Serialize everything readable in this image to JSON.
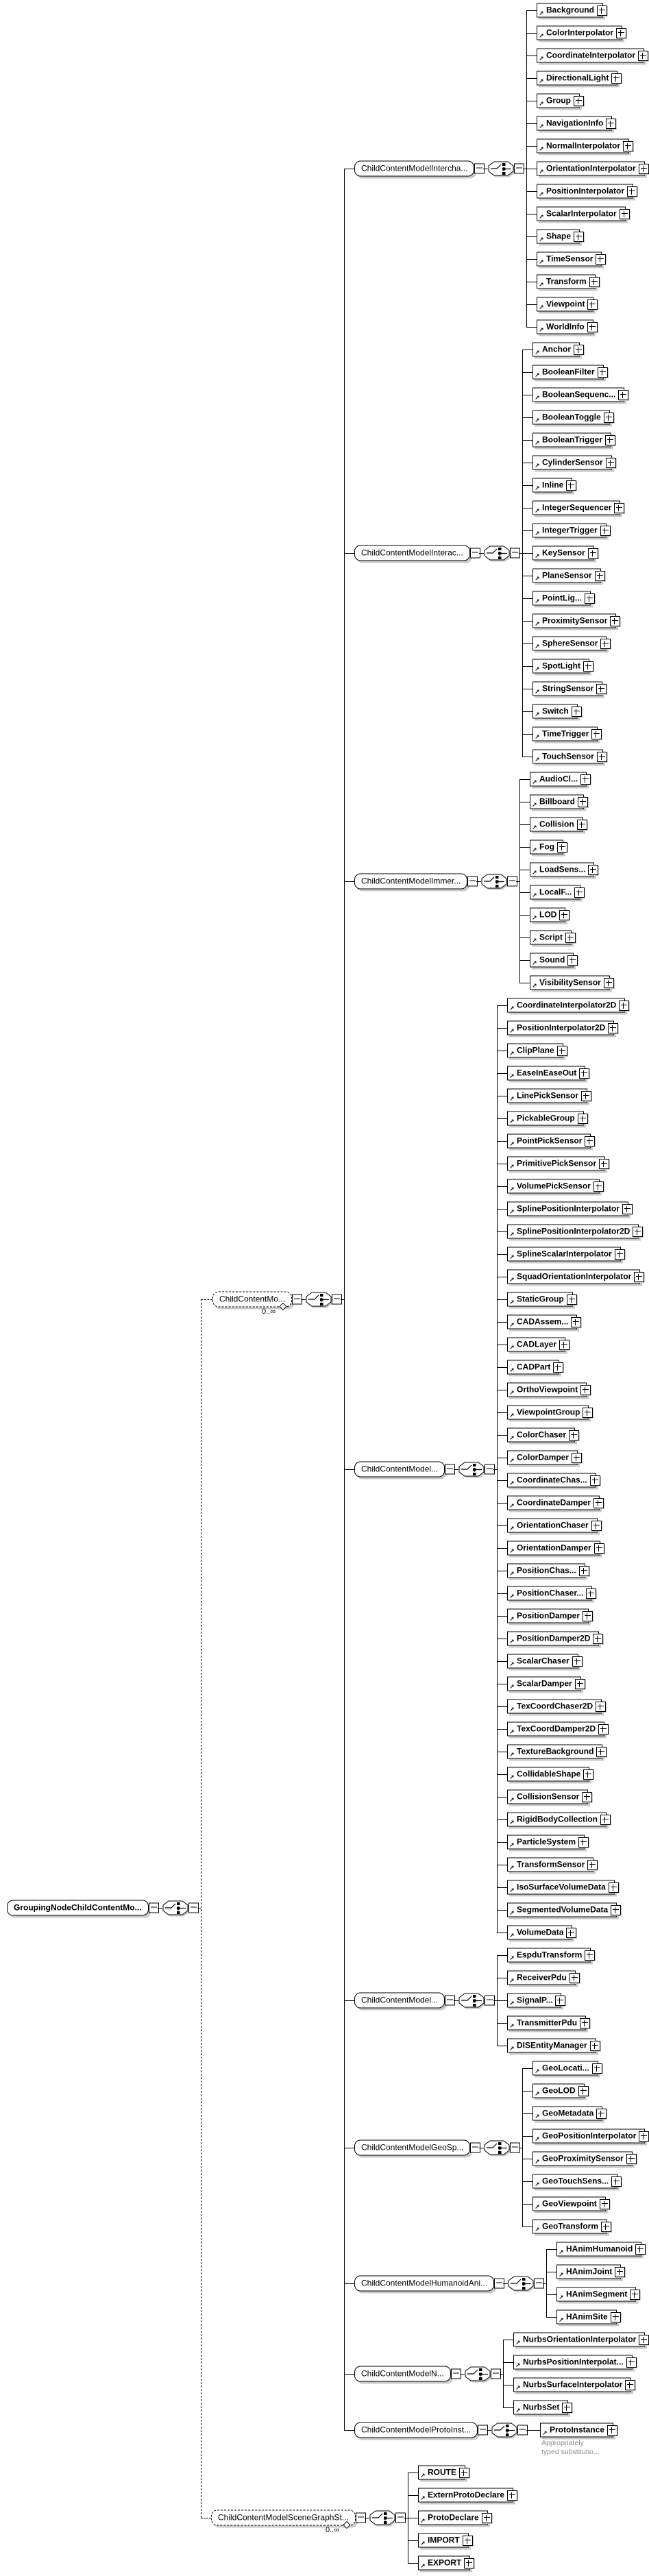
{
  "colors": {
    "line": "#000000",
    "shadow": "#c9c9c9",
    "note_gray": "#8c8c8c",
    "background": "#ffffff"
  },
  "icons": {
    "collapse": "collapse-minus",
    "expand": "expand-plus",
    "reference": "reference-arrow",
    "compositor": "choice-switch",
    "repeat_marker": "repeat-diamond"
  },
  "diagram": {
    "root": {
      "label": "GroupingNodeChildContentMo...",
      "branches": [
        {
          "label": "ChildContentMo...",
          "multiplicity": "0..∞",
          "groups": [
            {
              "label": "ChildContentModelIntercha...",
              "leaves": [
                "Background",
                "ColorInterpolator",
                "CoordinateInterpolator",
                "DirectionalLight",
                "Group",
                "NavigationInfo",
                "NormalInterpolator",
                "OrientationInterpolator",
                "PositionInterpolator",
                "ScalarInterpolator",
                "Shape",
                "TimeSensor",
                "Transform",
                "Viewpoint",
                "WorldInfo"
              ]
            },
            {
              "label": "ChildContentModelInterac...",
              "leaves": [
                "Anchor",
                "BooleanFilter",
                "BooleanSequenc...",
                "BooleanToggle",
                "BooleanTrigger",
                "CylinderSensor",
                "Inline",
                "IntegerSequencer",
                "IntegerTrigger",
                "KeySensor",
                "PlaneSensor",
                "PointLig...",
                "ProximitySensor",
                "SphereSensor",
                "SpotLight",
                "StringSensor",
                "Switch",
                "TimeTrigger",
                "TouchSensor"
              ]
            },
            {
              "label": "ChildContentModelImmer...",
              "leaves": [
                "AudioCl...",
                "Billboard",
                "Collision",
                "Fog",
                "LoadSens...",
                "LocalF...",
                "LOD",
                "Script",
                "Sound",
                "VisibilitySensor"
              ]
            },
            {
              "label": "ChildContentModel...",
              "leaves": [
                "CoordinateInterpolator2D",
                "PositionInterpolator2D",
                "ClipPlane",
                "EaseInEaseOut",
                "LinePickSensor",
                "PickableGroup",
                "PointPickSensor",
                "PrimitivePickSensor",
                "VolumePickSensor",
                "SplinePositionInterpolator",
                "SplinePositionInterpolator2D",
                "SplineScalarInterpolator",
                "SquadOrientationInterpolator",
                "StaticGroup",
                "CADAssem...",
                "CADLayer",
                "CADPart",
                "OrthoViewpoint",
                "ViewpointGroup",
                "ColorChaser",
                "ColorDamper",
                "CoordinateChas...",
                "CoordinateDamper",
                "OrientationChaser",
                "OrientationDamper",
                "PositionChas...",
                "PositionChaser...",
                "PositionDamper",
                "PositionDamper2D",
                "ScalarChaser",
                "ScalarDamper",
                "TexCoordChaser2D",
                "TexCoordDamper2D",
                "TextureBackground",
                "CollidableShape",
                "CollisionSensor",
                "RigidBodyCollection",
                "ParticleSystem",
                "TransformSensor",
                "IsoSurfaceVolumeData",
                "SegmentedVolumeData",
                "VolumeData"
              ]
            },
            {
              "label": "ChildContentModel...",
              "leaves": [
                "EspduTransform",
                "ReceiverPdu",
                "SignalP...",
                "TransmitterPdu",
                "DISEntityManager"
              ]
            },
            {
              "label": "ChildContentModelGeoSp...",
              "leaves": [
                "GeoLocati...",
                "GeoLOD",
                "GeoMetadata",
                "GeoPositionInterpolator",
                "GeoProximitySensor",
                "GeoTouchSens...",
                "GeoViewpoint",
                "GeoTransform"
              ]
            },
            {
              "label": "ChildContentModelHumanoidAni...",
              "leaves": [
                "HAnimHumanoid",
                "HAnimJoint",
                "HAnimSegment",
                "HAnimSite"
              ]
            },
            {
              "label": "ChildContentModelN...",
              "leaves": [
                "NurbsOrientationInterpolator",
                "NurbsPositionInterpolat...",
                "NurbsSurfaceInterpolator",
                "NurbsSet"
              ]
            },
            {
              "label": "ChildContentModelProtoInst...",
              "leaves": [
                "ProtoInstance"
              ],
              "note": [
                "Appropriately",
                "typed substitutio..."
              ]
            }
          ]
        },
        {
          "label": "ChildContentModelSceneGraphSt...",
          "multiplicity": "0..∞",
          "leaves": [
            "ROUTE",
            "ExternProtoDeclare",
            "ProtoDeclare",
            "IMPORT",
            "EXPORT"
          ]
        }
      ]
    }
  }
}
